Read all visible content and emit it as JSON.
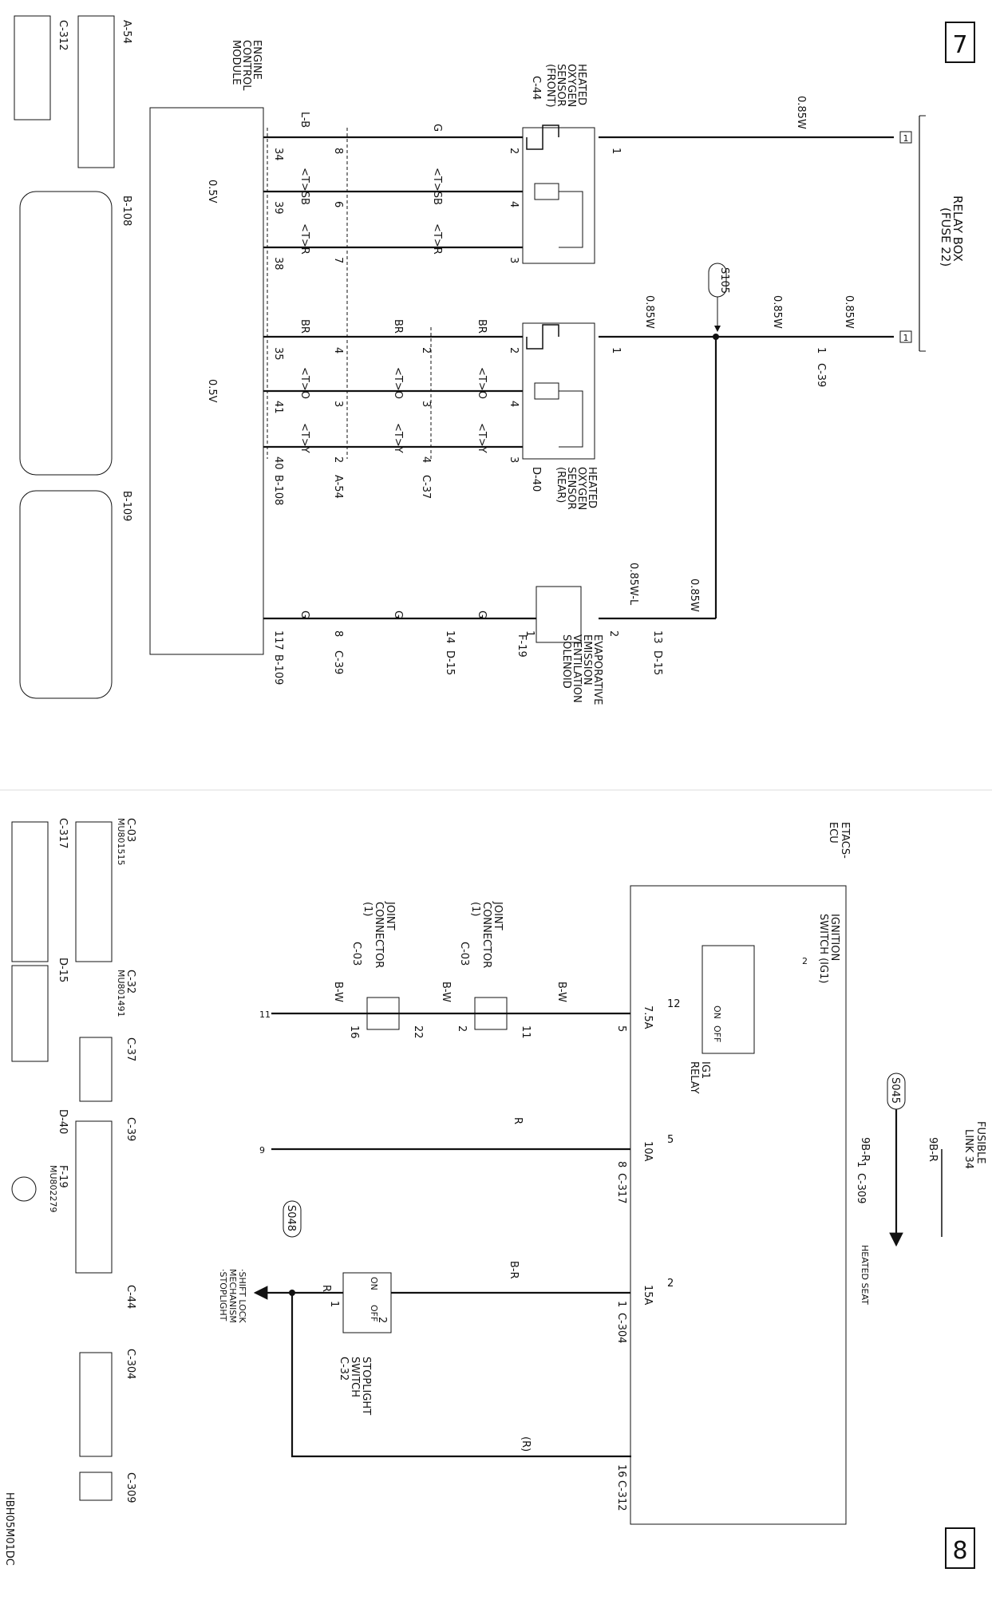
{
  "pages": {
    "top": "7",
    "bottom": "8"
  },
  "drawing_id": "HBH05M01DC",
  "top": {
    "relay_box": {
      "label_1": "RELAY BOX",
      "label_2": "(FUSE 22)",
      "term_1": "1",
      "term_2": "1"
    },
    "ecm": {
      "line1": "ENGINE",
      "line2": "CONTROL",
      "line3": "MODULE",
      "volt_1": "0.5V",
      "volt_2": "0.5V"
    },
    "o2_front": {
      "line1": "HEATED",
      "line2": "OXYGEN",
      "line3": "SENSOR",
      "line4": "(FRONT)",
      "conn": "C-44"
    },
    "o2_rear": {
      "line1": "HEATED",
      "line2": "OXYGEN",
      "line3": "SENSOR",
      "line4": "(REAR)",
      "conn": "D-40"
    },
    "evap": {
      "line1": "EVAPORATIVE",
      "line2": "EMISSION",
      "line3": "VENTILATION",
      "line4": "SOLENOID",
      "conn": "F-19"
    },
    "splice": "S105",
    "wires": {
      "w085_a": "0.85W",
      "w085_b": "0.85W",
      "w085_c": "0.85W",
      "w085_d": "0.85W",
      "w085_e": "0.85W",
      "w085wl": "0.85W-L",
      "g1": "G",
      "lb": "L-B",
      "sb1": "<T>SB",
      "sb2": "<T>SB",
      "r1": "<T>R",
      "r2": "<T>R",
      "br1": "BR",
      "br2": "BR",
      "br3": "BR",
      "o1": "<T>O",
      "o2": "<T>O",
      "o3": "<T>O",
      "y1": "<T>Y",
      "y2": "<T>Y",
      "y3": "<T>Y",
      "g2": "G",
      "g3": "G",
      "g4": "G"
    },
    "pins": {
      "p1a": "1",
      "p2a": "2",
      "p4a": "4",
      "p3a": "3",
      "e8": "8",
      "e6": "6",
      "e7": "7",
      "e34": "34",
      "e39": "39",
      "e38": "38",
      "p1b": "1",
      "p2b": "2",
      "p4b": "4",
      "p3b": "3",
      "m2": "2",
      "m3": "3",
      "m4": "4",
      "m2b": "2",
      "m3b": "3",
      "m4b": "4",
      "e35": "35",
      "e41": "41",
      "e40": "40",
      "c39a": "1",
      "d15a": "13",
      "f19_2": "2",
      "f19_1": "1",
      "d15b": "14",
      "c39b": "8",
      "e117": "117"
    },
    "conn_tags": {
      "c39": "C-39",
      "a54": "A-54",
      "c37": "C-37",
      "b108": "B-108",
      "d15a": "D-15",
      "d15b": "D-15",
      "c39b": "C-39",
      "b109": "B-109"
    },
    "connector_views": {
      "a54": "A-54",
      "c312": "C-312",
      "b108": "B-108",
      "b109": "B-109"
    }
  },
  "bottom": {
    "etacs": {
      "line1": "ETACS-",
      "line2": "ECU"
    },
    "ign": {
      "line1": "IGNITION",
      "line2": "SWITCH (IG1)",
      "term": "2"
    },
    "ig1_relay": {
      "line1": "IG1",
      "line2": "RELAY",
      "on": "ON",
      "off": "OFF"
    },
    "fusible": {
      "line1": "FUSIBLE",
      "line2": "LINK 34"
    },
    "splice_1": "S045",
    "splice_2": "S048",
    "heated_seat": "HEATED SEAT",
    "wire_9br1": "9B-R",
    "wire_9br2": "9B-R",
    "fuse_12": "12",
    "fuse_12_amp": "7.5A",
    "fuse_5": "5",
    "fuse_5_amp": "10A",
    "fuse_2": "2",
    "fuse_2_amp": "15A",
    "jc1": {
      "line1": "JOINT",
      "line2": "CONNECTOR",
      "line3": "(1)",
      "conn": "C-03"
    },
    "jc2": {
      "line1": "JOINT",
      "line2": "CONNECTOR",
      "line3": "(1)",
      "conn": "C-03"
    },
    "bw1": "B-W",
    "bw2": "B-W",
    "bw3": "B-W",
    "pin5": "5",
    "pin11": "11",
    "pin2": "2",
    "pin22": "22",
    "pin16": "16",
    "term11": "11",
    "term9": "9",
    "r_wire": "R",
    "pin8": "8",
    "c317": "C-317",
    "c309_pin": "1",
    "c309": "C-309",
    "br_wire": "B-R",
    "pin1_304": "1",
    "c304": "C-304",
    "stop": {
      "line1": "STOPLIGHT",
      "line2": "SWITCH",
      "conn": "C-32",
      "on": "ON",
      "off": "OFF",
      "p2": "2",
      "p1": "1"
    },
    "r2_wire": "R",
    "shift": {
      "line1": "·SHIFT LOCK",
      "line2": "MECHANISM",
      "line3": "·STOPLIGHT"
    },
    "r_paren": "(R)",
    "pin16_312": "16",
    "c312": "C-312",
    "views": {
      "c03": "C-03",
      "mu1515": "MU801515",
      "c317": "C-317",
      "c32": "C-32",
      "mu1491": "MU801491",
      "d15": "D-15",
      "c37": "C-37",
      "d40": "D-40",
      "c39": "C-39",
      "f19": "F-19",
      "mu2279": "MU802279",
      "c44": "C-44",
      "c304": "C-304",
      "c309": "C-309"
    }
  }
}
